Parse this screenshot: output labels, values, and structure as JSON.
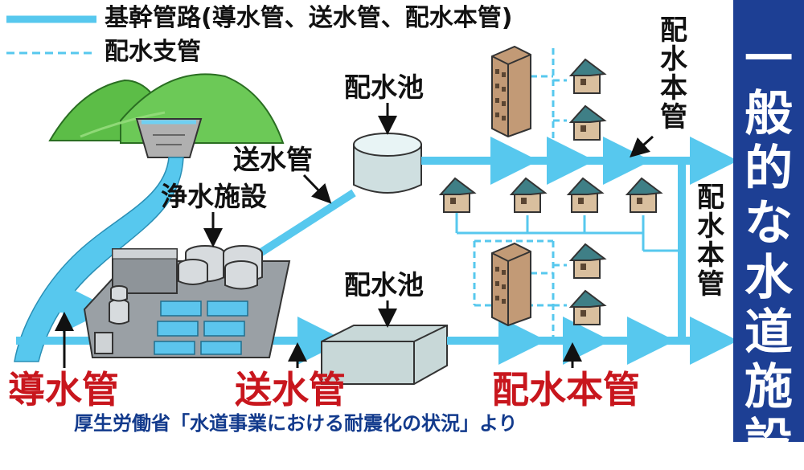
{
  "legend": {
    "trunk_label": "基幹管路(導水管、送水管、配水本管)",
    "branch_label": "配水支管"
  },
  "title": "一般的な水道施設",
  "labels": {
    "reservoir_top": "配水池",
    "reservoir_bottom": "配水池",
    "transmission_pipe_mid": "送水管",
    "purification_plant": "浄水施設",
    "distribution_main_top": "配水本管",
    "distribution_main_right": "配水本管",
    "conduit_bottom": "導水管",
    "transmission_bottom": "送水管",
    "distribution_bottom": "配水本管"
  },
  "source": "厚生労働省「水道事業における耐震化の状況」より",
  "colors": {
    "trunk_pipe": "#57c8ee",
    "branch_pipe": "#57c8ee",
    "title_bg": "#1d3f94",
    "red_label": "#c8161d",
    "source_text": "#123a8c"
  }
}
